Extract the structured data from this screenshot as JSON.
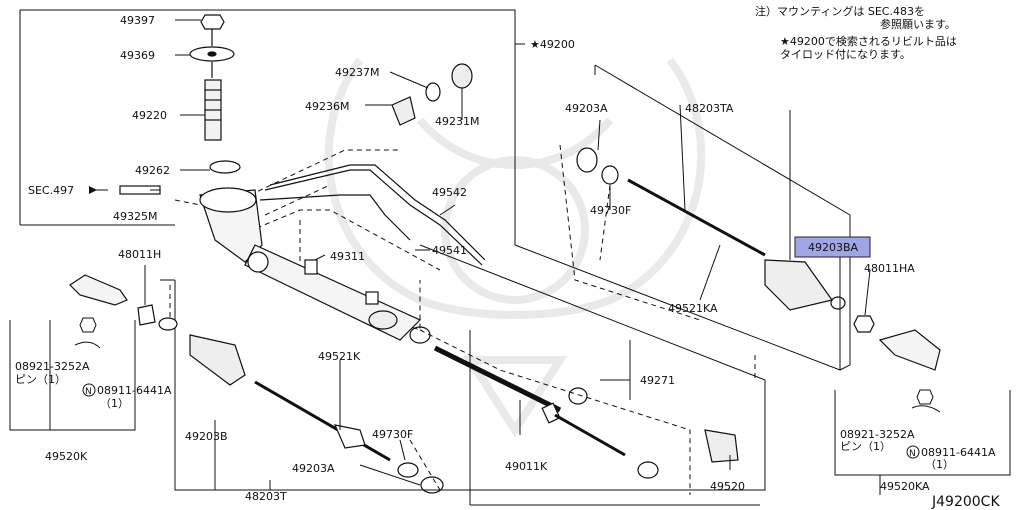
{
  "diagram_code": "J49200CK",
  "highlight_color": "#9fa6e6",
  "notes": {
    "line1": "注）マウンティングは SEC.483を",
    "line2": "参照願います。",
    "line3": "★49200で検索されるリビルト品は",
    "line4": "タイロッド付になります。"
  },
  "labels": {
    "p49397": "49397",
    "p49369": "49369",
    "p49220": "49220",
    "p49262": "49262",
    "sec497": "SEC.497",
    "p49325M": "49325M",
    "p49200": "★49200",
    "p49237M": "49237M",
    "p49236M": "49236M",
    "p49231M": "49231M",
    "p49542": "49542",
    "p49541": "49541",
    "p49311": "49311",
    "p48011H": "48011H",
    "p08921_left": "08921-3252A",
    "pin_left": "ピン（1）",
    "p08911_left": "08911-6441A",
    "qty_left": "（1）",
    "p49520K": "49520K",
    "p49203B": "49203B",
    "p48203T": "48203T",
    "p49521K": "49521K",
    "p49730F_bottom": "49730F",
    "p49203A_bottom": "49203A",
    "p49011K": "49011K",
    "p49271": "49271",
    "p49520": "49520",
    "p49203A_top": "49203A",
    "p48203TA": "48203TA",
    "p49730F_top": "49730F",
    "p49203BA": "49203BA",
    "p48011HA": "48011HA",
    "p49521KA": "49521KA",
    "p08921_right": "08921-3252A",
    "pin_right": "ピン（1）",
    "p08911_right": "08911-6441A",
    "qty_right": "（1）",
    "p49520KA": "49520KA"
  }
}
